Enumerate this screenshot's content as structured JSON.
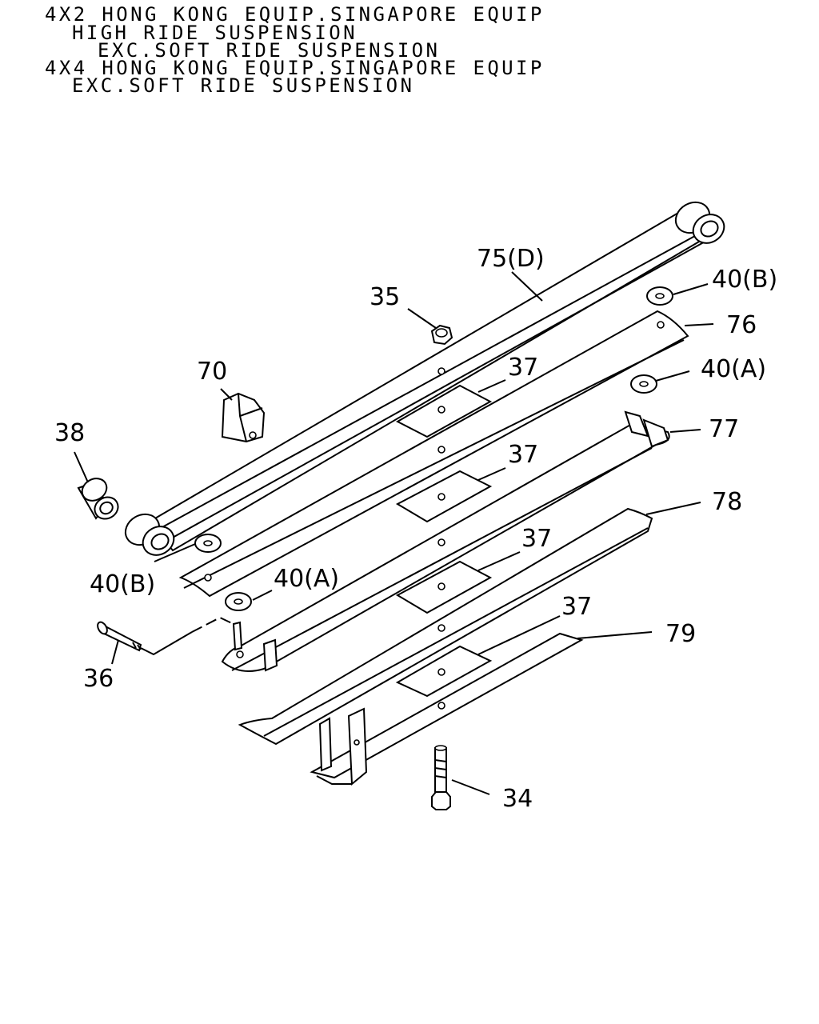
{
  "header": {
    "line1": "4X2 HONG KONG EQUIP.SINGAPORE EQUIP",
    "line2": "HIGH RIDE SUSPENSION",
    "line3": "EXC.SOFT RIDE SUSPENSION",
    "line4": "4X4 HONG KONG EQUIP.SINGAPORE EQUIP",
    "line5": "EXC.SOFT RIDE SUSPENSION"
  },
  "callouts": {
    "c75d": "75(D)",
    "c35": "35",
    "c40b_right": "40(B)",
    "c76": "76",
    "c40a_right": "40(A)",
    "c70": "70",
    "c37_1": "37",
    "c38": "38",
    "c77": "77",
    "c37_2": "37",
    "c78": "78",
    "c37_3": "37",
    "c40b_left": "40(B)",
    "c40a_left": "40(A)",
    "c37_4": "37",
    "c79": "79",
    "c36": "36",
    "c34": "34"
  }
}
